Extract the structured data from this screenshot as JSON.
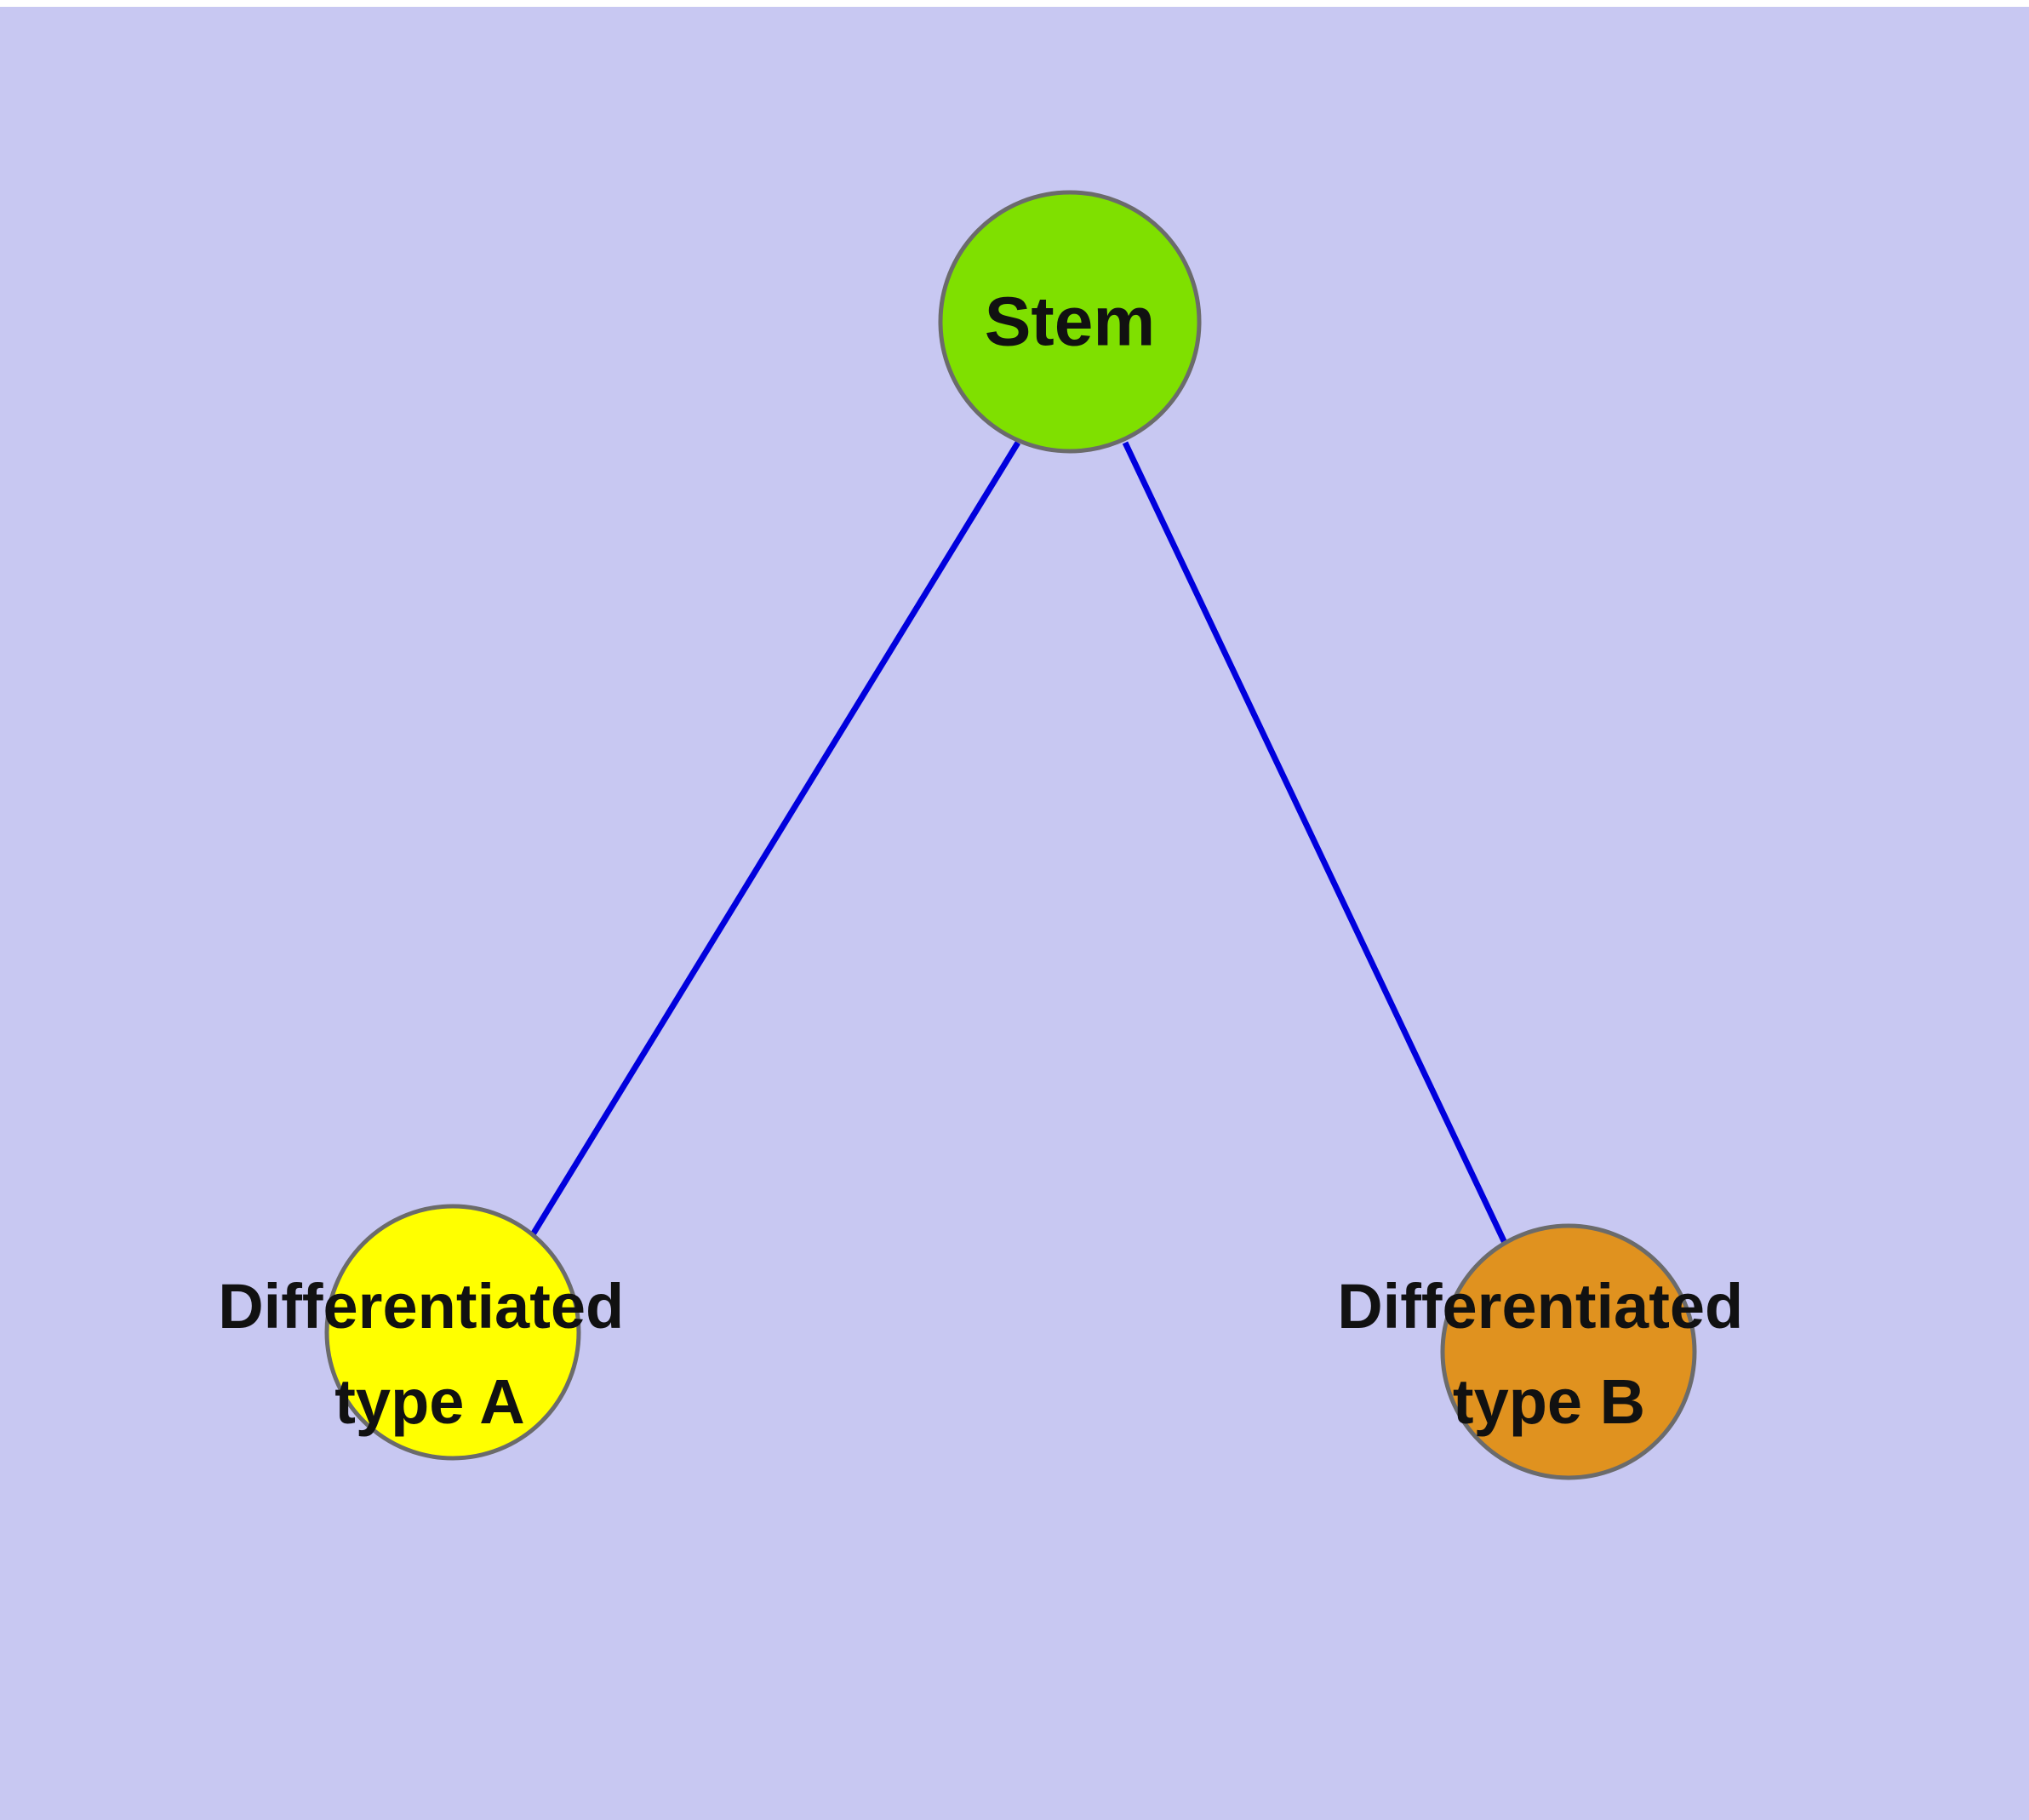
{
  "diagram": {
    "background_color": "#c8c8f2",
    "edge_color": "#0000dd",
    "node_border_color": "#6b6b6b",
    "nodes": {
      "stem": {
        "label": "Stem",
        "color": "#7fe000"
      },
      "type_a": {
        "label_line1": "Differentiated",
        "label_line2": "type A",
        "color": "#ffff00"
      },
      "type_b": {
        "label_line1": "Differentiated",
        "label_line2": "type B",
        "color": "#e0921f"
      }
    }
  }
}
